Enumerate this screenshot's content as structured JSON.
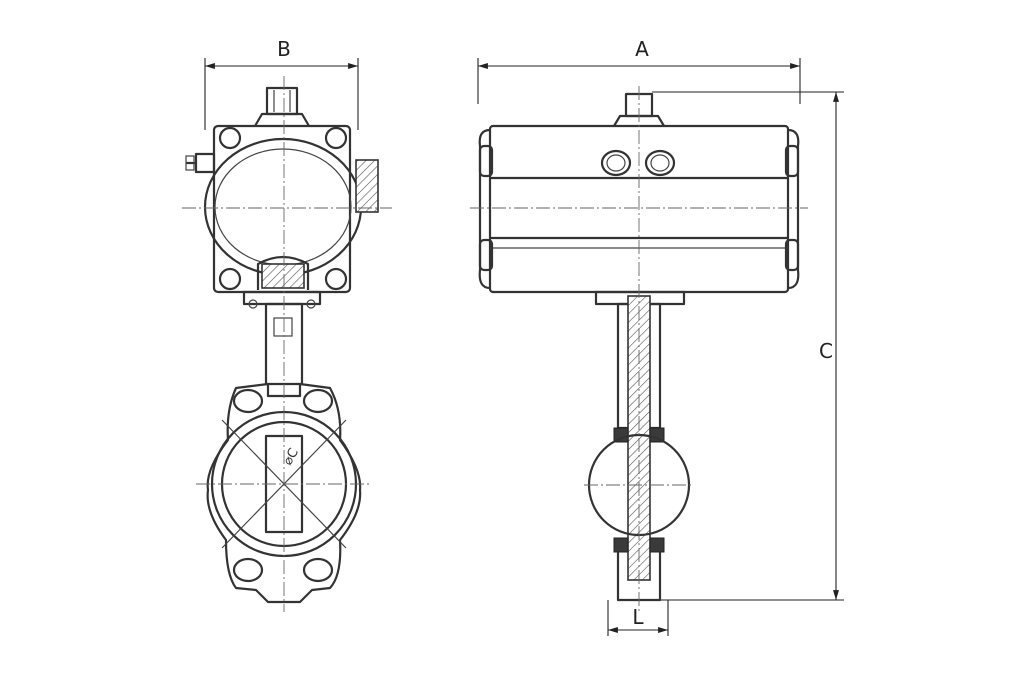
{
  "dimensions": {
    "a": "A",
    "b": "B",
    "c": "C",
    "l": "L"
  },
  "annotation": {
    "bolt_circle": "⌀C"
  }
}
